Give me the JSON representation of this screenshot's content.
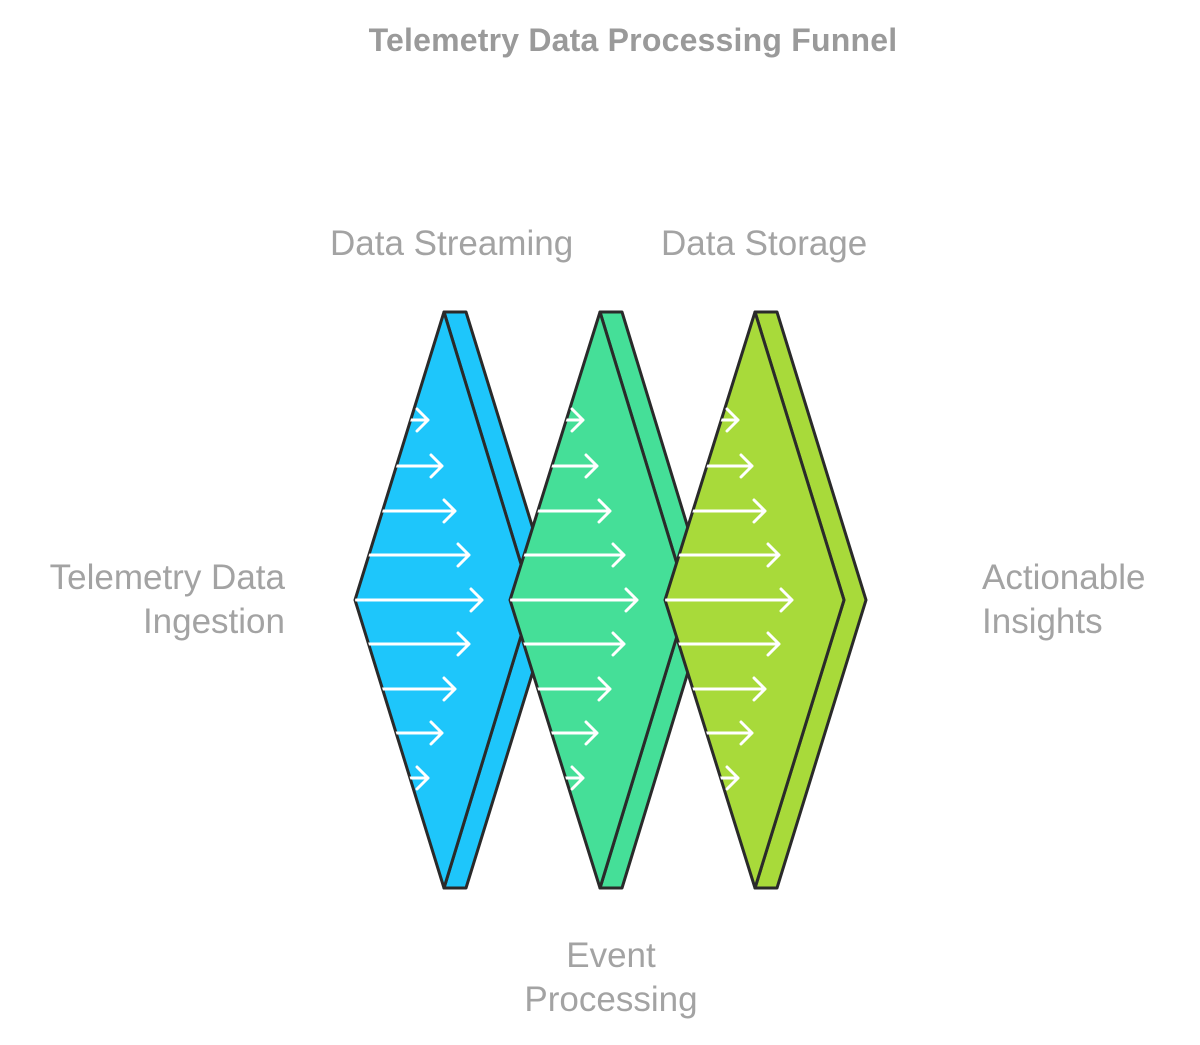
{
  "title": "Telemetry Data Processing Funnel",
  "labels": {
    "streaming": "Data Streaming",
    "storage": "Data Storage",
    "ingestion_line1": "Telemetry Data",
    "ingestion_line2": "Ingestion",
    "insights_line1": "Actionable",
    "insights_line2": "Insights",
    "event_line1": "Event",
    "event_line2": "Processing"
  },
  "stages": [
    {
      "name": "stage-streaming",
      "color": "#1ec6fb"
    },
    {
      "name": "stage-event-processing",
      "color": "#45df98"
    },
    {
      "name": "stage-storage",
      "color": "#a8da3a"
    }
  ],
  "colors": {
    "outline": "#2a2a2a",
    "arrow": "#ffffff",
    "text": "#a3a3a3"
  }
}
